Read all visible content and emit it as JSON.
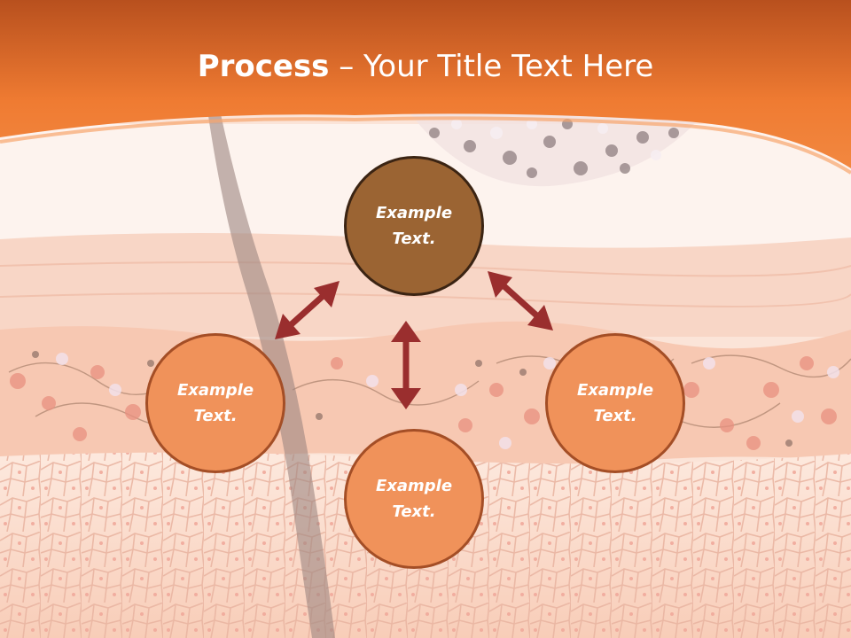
{
  "slide": {
    "title_bold": "Process",
    "title_rest": " – Your Title Text Here"
  },
  "nodes": {
    "top": {
      "line1": "Example",
      "line2": "Text."
    },
    "left": {
      "line1": "Example",
      "line2": "Text."
    },
    "bottom": {
      "line1": "Example",
      "line2": "Text."
    },
    "right": {
      "line1": "Example",
      "line2": "Text."
    }
  },
  "colors": {
    "header": "#ee7a33",
    "top_node": "#9b6433",
    "other_nodes": "#f0925a",
    "arrows": "#9a2e2e"
  }
}
